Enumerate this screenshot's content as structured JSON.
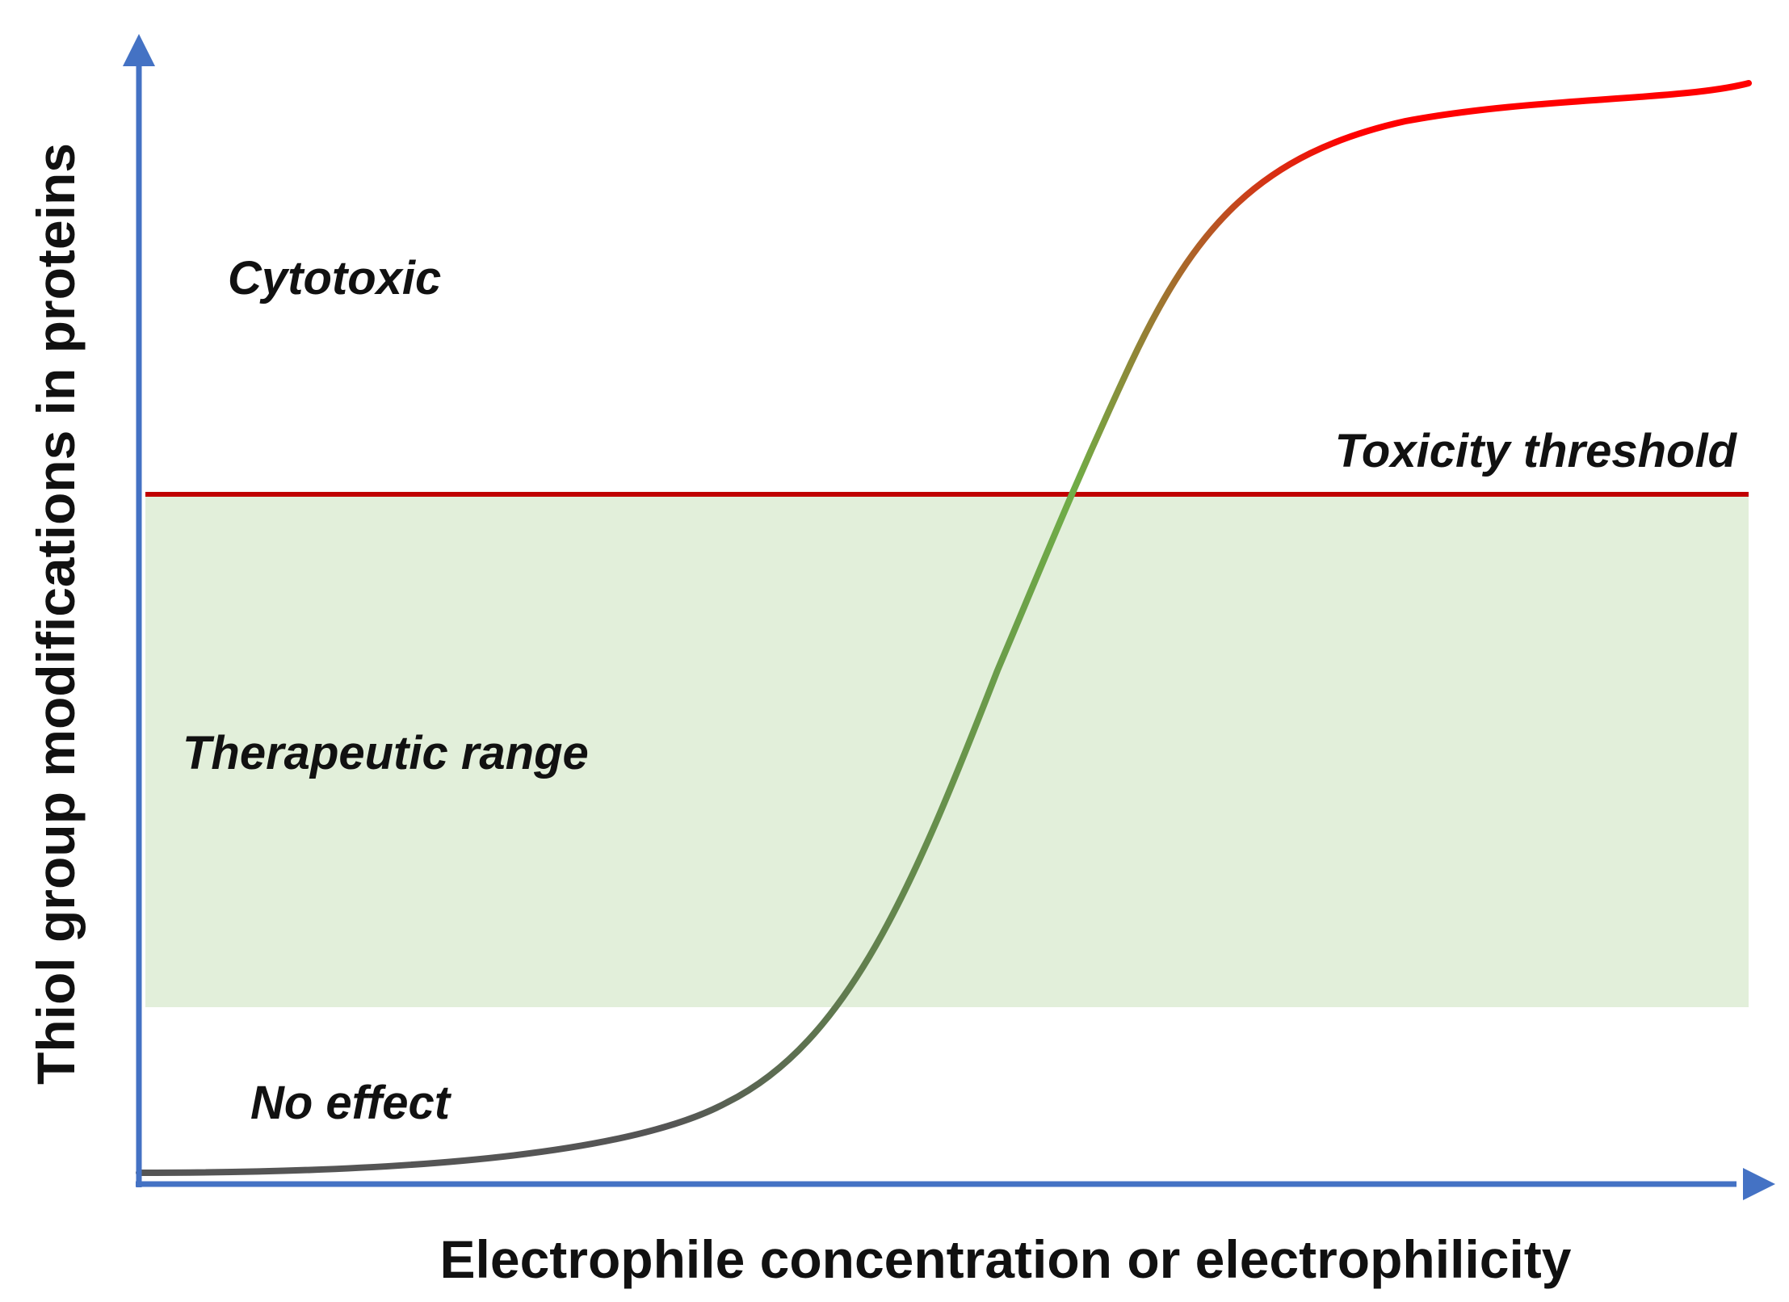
{
  "colors": {
    "axis": "#4472C4",
    "therapeutic_band": "#E2EFDA",
    "threshold_line": "#C00000",
    "curve_start": "#555555",
    "curve_mid": "#70AD47",
    "curve_end": "#FF0000",
    "text": "#111111"
  },
  "axes": {
    "x_label": "Electrophile concentration or electrophilicity",
    "y_label": "Thiol group modifications in proteins"
  },
  "regions": {
    "cytotoxic": "Cytotoxic",
    "therapeutic": "Therapeutic range",
    "no_effect": "No effect"
  },
  "threshold": {
    "label": "Toxicity threshold"
  },
  "curve": {
    "shape": "sigmoid"
  }
}
